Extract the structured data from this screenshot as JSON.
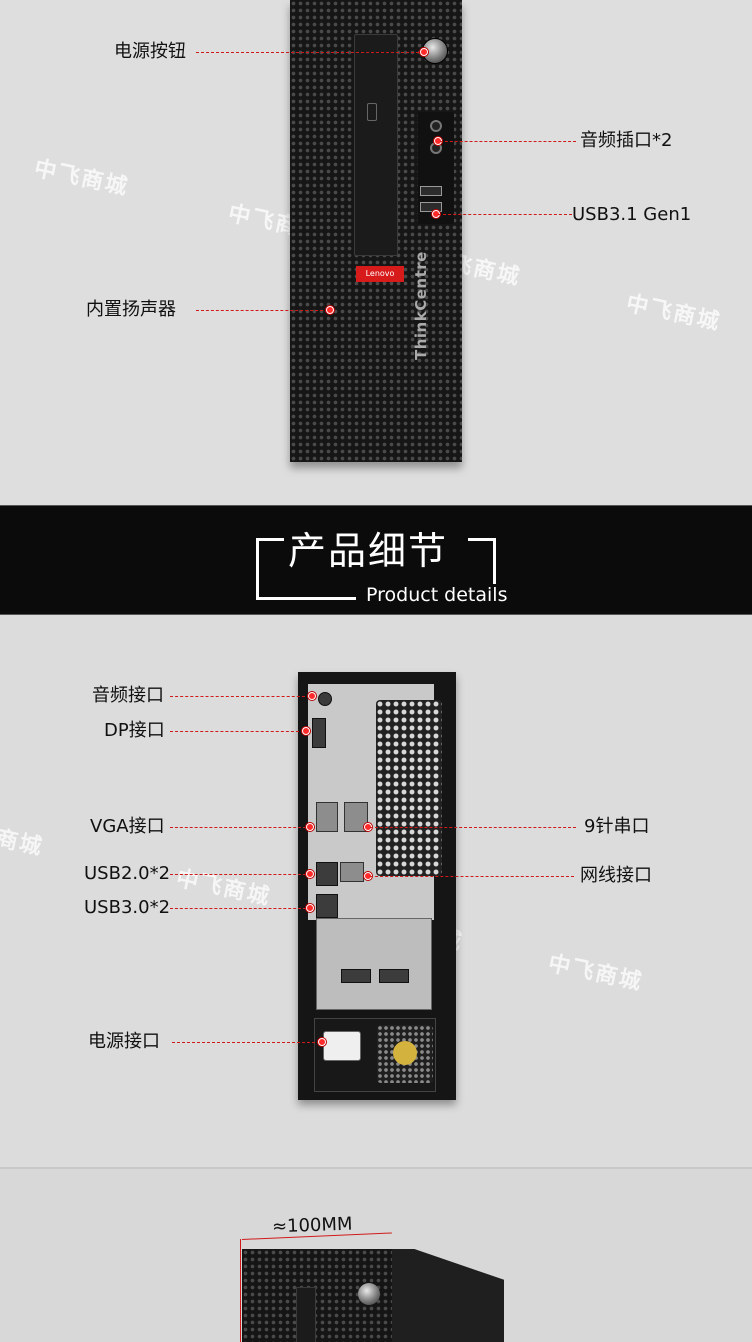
{
  "front": {
    "watermarks": [
      "中飞商城",
      "中飞商城",
      "中飞商城",
      "中飞商城"
    ],
    "labels": {
      "power_button": "电源按钮",
      "speaker": "内置扬声器",
      "audio": "音频插口*2",
      "usb_front": "USB3.1 Gen1"
    },
    "badge": "Lenovo",
    "brand": "ThinkCentre"
  },
  "banner": {
    "title": "产品细节",
    "subtitle": "Product details"
  },
  "rear": {
    "watermarks": [
      "商城",
      "中飞商城",
      "中飞商城",
      "中飞商城"
    ],
    "labels": {
      "audio": "音频接口",
      "dp": "DP接口",
      "vga": "VGA接口",
      "usb2": "USB2.0*2",
      "usb3": "USB3.0*2",
      "power": "电源接口",
      "serial": "9针串口",
      "lan": "网线接口"
    }
  },
  "dims": {
    "width_label": "≈100MM"
  },
  "colors": {
    "accent": "#d01a1a",
    "banner_bg": "#0b0b0b"
  }
}
